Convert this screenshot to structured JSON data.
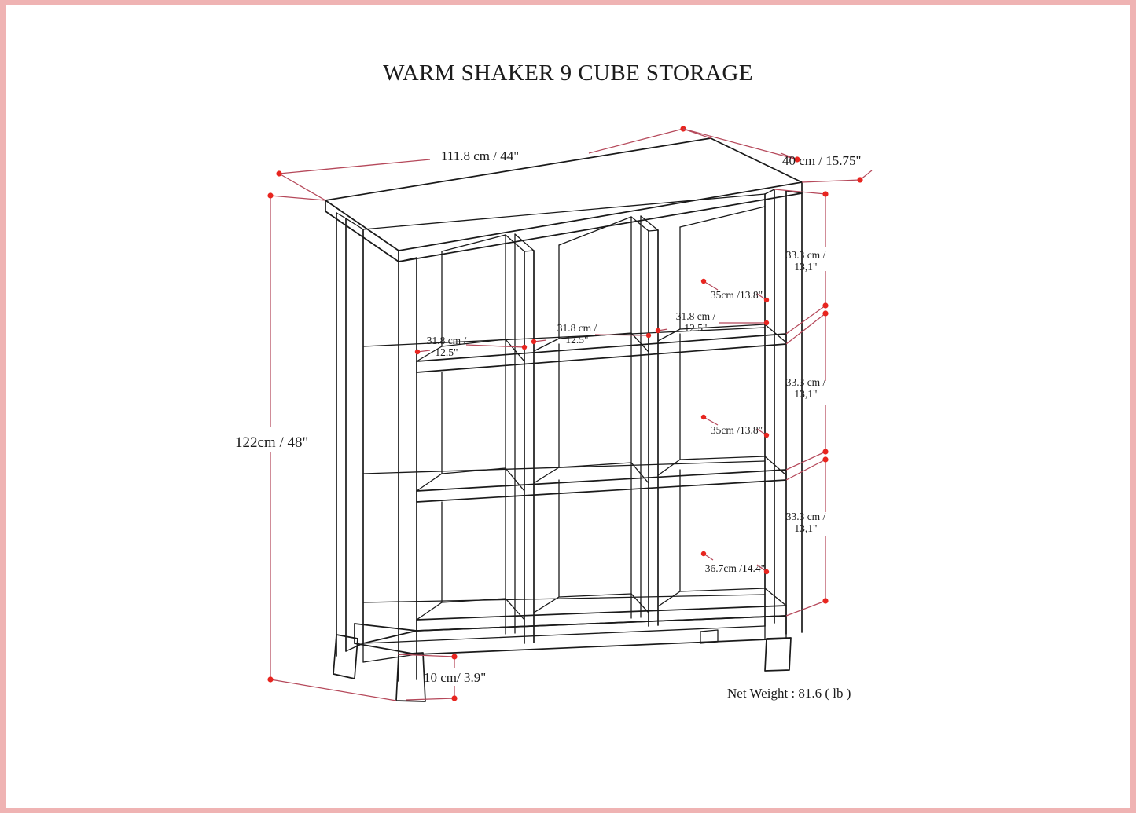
{
  "page": {
    "title": "WARM SHAKER 9 CUBE STORAGE",
    "border_color": "#efb3b3",
    "background_color": "#ffffff"
  },
  "drawing": {
    "product_line_color": "#1a1a1a",
    "dimension_line_color": "#b5485a",
    "dimension_marker_color": "#e8251f",
    "view": "3D perspective line drawing of a 9-cube storage bookcase, 3 rows by 3 columns, with tapered legs"
  },
  "dimensions": {
    "overall_width": "111.8 cm / 44\"",
    "overall_depth": "40 cm / 15.75\"",
    "overall_height": "122cm / 48\"",
    "leg_height": "10 cm/ 3.9\"",
    "shelf_heights": [
      "33.3 cm / 13,1\"",
      "33.3 cm / 13,1\"",
      "33.3 cm / 13,1\""
    ],
    "cube_widths": [
      "31.8 cm / 12.5\"",
      "31.8 cm / 12.5\"",
      "31.8 cm / 12.5\""
    ],
    "cube_depths": [
      "35cm /13.8\"",
      "35cm /13.8\"",
      "36.7cm /14.4\""
    ]
  },
  "cube_width_lines": [
    {
      "line1": "31.8 cm /",
      "line2": "12.5\""
    },
    {
      "line1": "31.8 cm /",
      "line2": "12.5\""
    },
    {
      "line1": "31.8 cm /",
      "line2": "12.5\""
    }
  ],
  "shelf_height_lines": [
    {
      "line1": "33.3 cm /",
      "line2": "13,1\""
    },
    {
      "line1": "33.3 cm /",
      "line2": "13,1\""
    },
    {
      "line1": "33.3 cm /",
      "line2": "13,1\""
    }
  ],
  "footer": {
    "net_weight": "Net Weight : 81.6 ( lb )"
  }
}
